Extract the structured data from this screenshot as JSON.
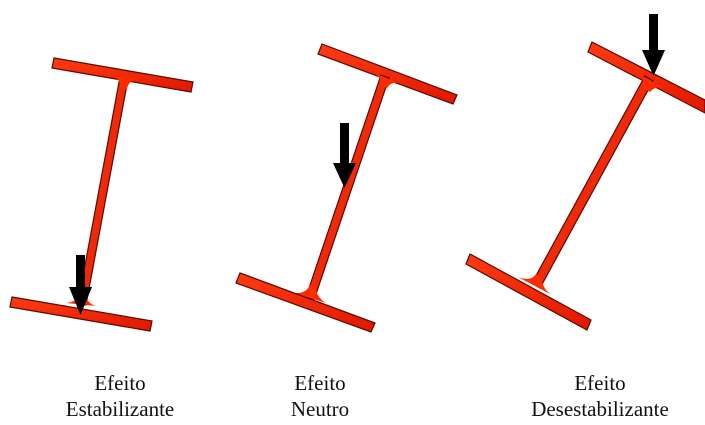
{
  "colors": {
    "beam_fill": "#ff2a00",
    "beam_stroke": "#5a0a00",
    "arrow": "#000000",
    "text": "#111111"
  },
  "items": [
    {
      "line1": "Efeito",
      "line2": "Estabilizante",
      "load": "bottom-flange"
    },
    {
      "line1": "Efeito",
      "line2": "Neutro",
      "load": "web-center"
    },
    {
      "line1": "Efeito",
      "line2": "Desestabilizante",
      "load": "top-flange"
    }
  ],
  "icons": [
    "i-beam-section",
    "load-arrow"
  ]
}
